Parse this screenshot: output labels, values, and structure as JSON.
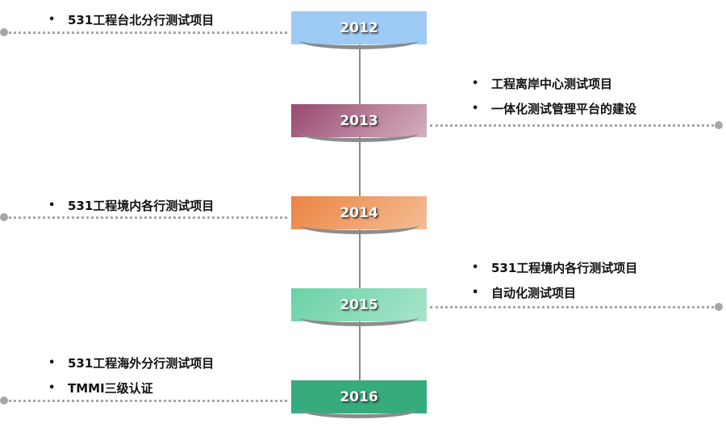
{
  "colors": {
    "2012": "#9ecbf5",
    "2013": "#b87a97",
    "2014": "#f0a06a",
    "2015": "#8bdcbb",
    "2016": "#36ab7c"
  },
  "timeline": [
    {
      "year": "2012",
      "side": "left",
      "items": [
        "531工程台北分行测试项目"
      ]
    },
    {
      "year": "2013",
      "side": "right",
      "items": [
        "工程离岸中心测试项目",
        "一体化测试管理平台的建设"
      ]
    },
    {
      "year": "2014",
      "side": "left",
      "items": [
        "531工程境内各行测试项目"
      ]
    },
    {
      "year": "2015",
      "side": "right",
      "items": [
        "531工程境内各行测试项目",
        "自动化测试项目"
      ]
    },
    {
      "year": "2016",
      "side": "left",
      "items": [
        "531工程海外分行测试项目",
        "TMMI三级认证"
      ]
    }
  ],
  "bullet": "•"
}
